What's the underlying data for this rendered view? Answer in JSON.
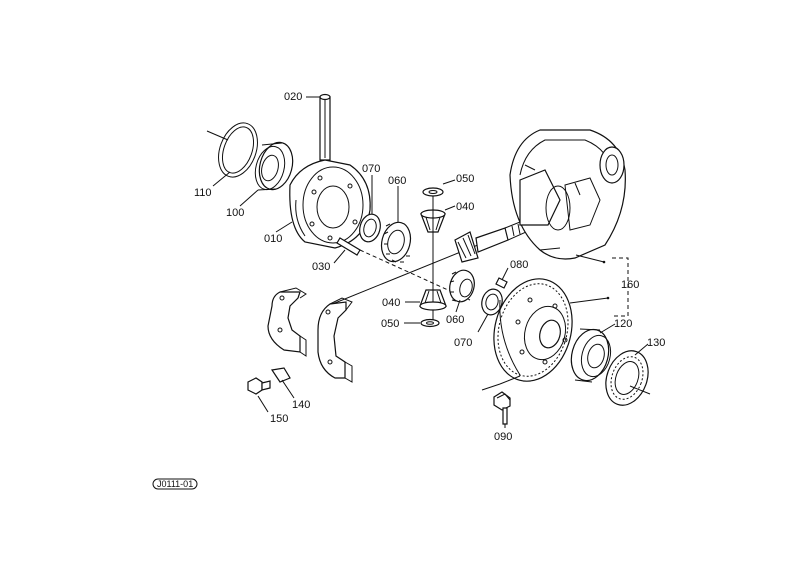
{
  "diagram": {
    "labels": {
      "l010": "010",
      "l020": "020",
      "l030": "030",
      "l040a": "040",
      "l040b": "040",
      "l050a": "050",
      "l050b": "050",
      "l060a": "060",
      "l060b": "060",
      "l070a": "070",
      "l070b": "070",
      "l080": "080",
      "l090": "090",
      "l100": "100",
      "l110": "110",
      "l120": "120",
      "l130": "130",
      "l140": "140",
      "l150": "150",
      "l160": "160"
    },
    "drawing_code": "J0111-01"
  }
}
